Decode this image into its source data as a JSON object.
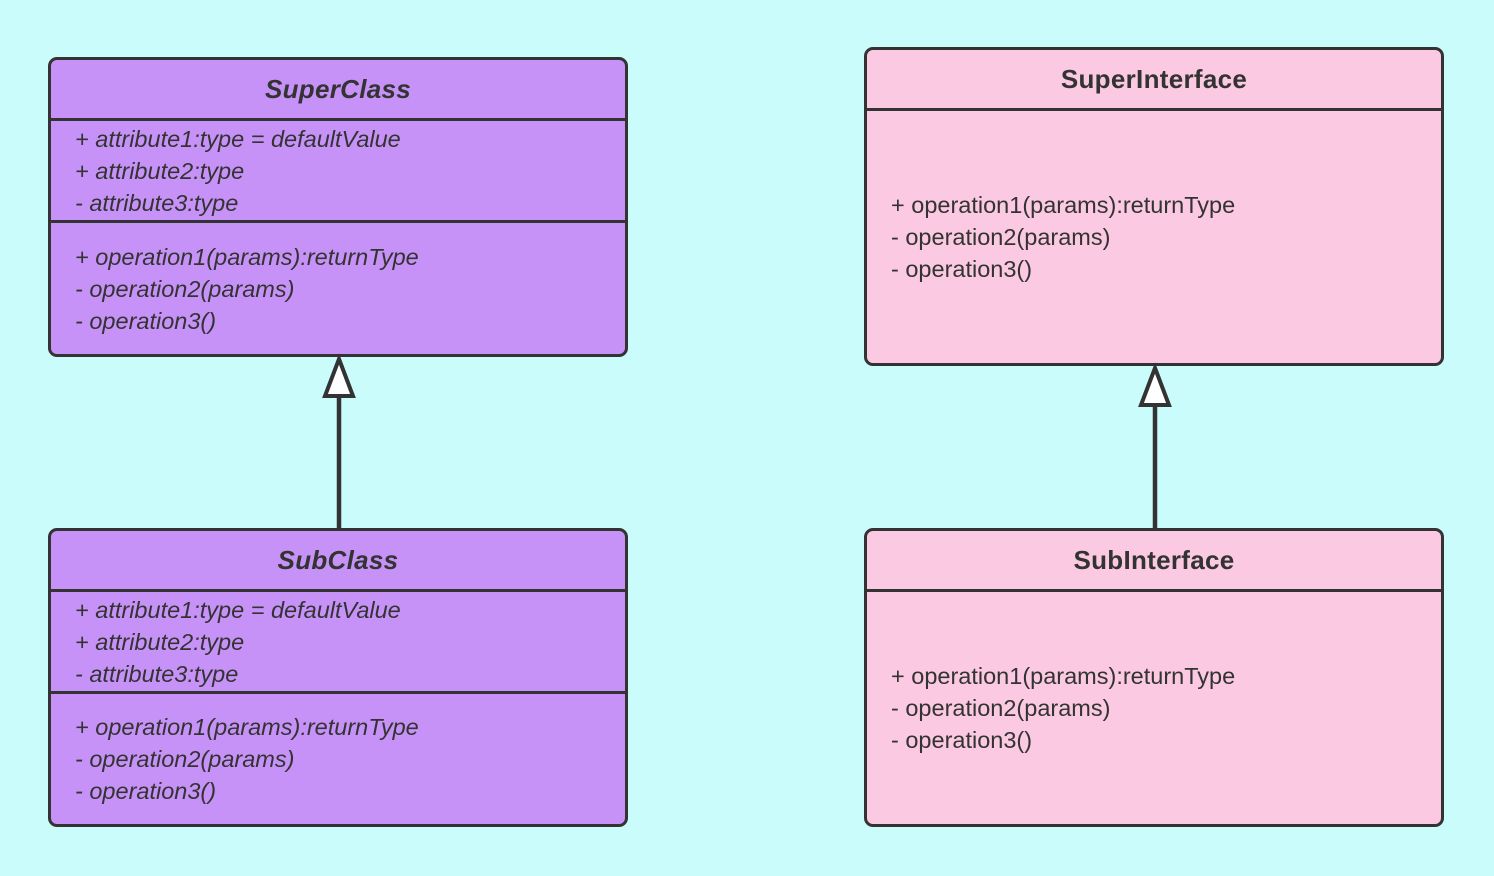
{
  "colors": {
    "background": "#CAFCFC",
    "class_fill": "#C792F7",
    "interface_fill": "#FBC9E1",
    "stroke": "#333333",
    "text": "#333333",
    "arrowhead_fill": "#FFFFFF"
  },
  "diagram": {
    "kind": "uml-class-diagram",
    "nodes": {
      "superclass": {
        "title": "SuperClass",
        "attributes": [
          "+ attribute1:type = defaultValue",
          "+ attribute2:type",
          "- attribute3:type"
        ],
        "operations": [
          "+ operation1(params):returnType",
          "- operation2(params)",
          "- operation3()"
        ]
      },
      "subclass": {
        "title": "SubClass",
        "attributes": [
          "+ attribute1:type = defaultValue",
          "+ attribute2:type",
          "- attribute3:type"
        ],
        "operations": [
          "+ operation1(params):returnType",
          "- operation2(params)",
          "- operation3()"
        ]
      },
      "superinterface": {
        "title": "SuperInterface",
        "operations": [
          "+ operation1(params):returnType",
          "- operation2(params)",
          "- operation3()"
        ]
      },
      "subinterface": {
        "title": "SubInterface",
        "operations": [
          "+ operation1(params):returnType",
          "- operation2(params)",
          "- operation3()"
        ]
      }
    },
    "edges": [
      {
        "from": "SubClass",
        "to": "SuperClass",
        "type": "generalization"
      },
      {
        "from": "SubInterface",
        "to": "SuperInterface",
        "type": "generalization"
      }
    ]
  }
}
